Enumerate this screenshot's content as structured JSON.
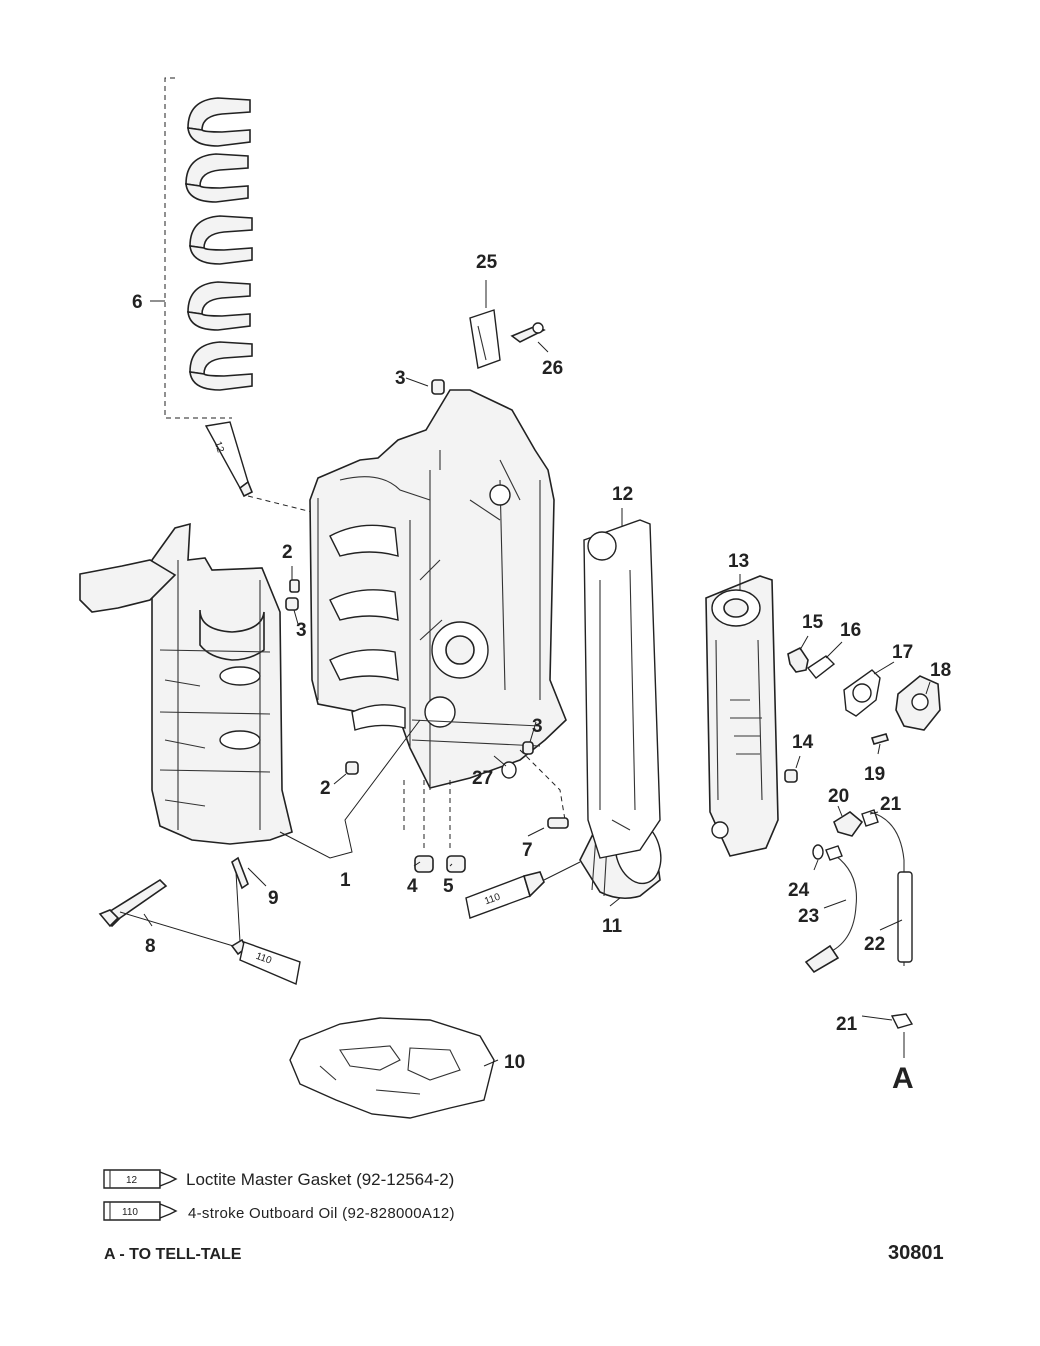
{
  "callouts": {
    "c1": "1",
    "c2a": "2",
    "c2b": "2",
    "c3a": "3",
    "c3b": "3",
    "c3c": "3",
    "c4": "4",
    "c5": "5",
    "c6": "6",
    "c7": "7",
    "c8": "8",
    "c9": "9",
    "c10": "10",
    "c11": "11",
    "c12": "12",
    "c13": "13",
    "c14": "14",
    "c15": "15",
    "c16": "16",
    "c17": "17",
    "c18": "18",
    "c19": "19",
    "c20": "20",
    "c21a": "21",
    "c21b": "21",
    "c22": "22",
    "c23": "23",
    "c24": "24",
    "c25": "25",
    "c26": "26",
    "c27": "27",
    "a_marker": "A"
  },
  "tube_labels": {
    "t12_diagram": "12",
    "t110_filter": "110",
    "t110_bolt": "110",
    "t12_legend": "12",
    "t110_legend": "110"
  },
  "legend": {
    "item_12": "Loctite Master Gasket (92-12564-2)",
    "item_110": "4-stroke Outboard Oil (92-828000A12)"
  },
  "footer": {
    "note": "A - TO TELL-TALE",
    "drawing_number": "30801"
  }
}
